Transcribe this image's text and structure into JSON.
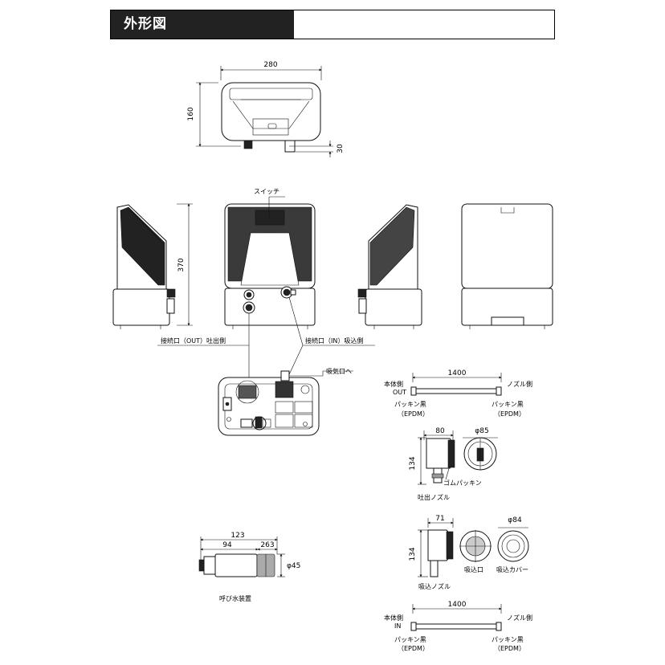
{
  "header": {
    "title": "外形図"
  },
  "top_view": {
    "width": "280",
    "height": "160",
    "foot": "30"
  },
  "front_view": {
    "switch": "スイッチ",
    "height": "370"
  },
  "ports": {
    "out": "接続口（OUT）吐出側",
    "in": "接続口（IN）吸込側",
    "air": "吸気口へ"
  },
  "hose_top": {
    "length": "1400",
    "left_label": "本体側",
    "left_code": "OUT",
    "right_label": "ノズル側",
    "packing_left": "パッキン黒",
    "epdm_left": "（EPDM）",
    "packing_right": "パッキン黒",
    "epdm_right": "（EPDM）"
  },
  "out_nozzle": {
    "width": "80",
    "diameter": "φ85",
    "height": "134",
    "rubber": "ゴムパッキン",
    "caption": "吐出ノズル"
  },
  "in_nozzle": {
    "width": "71",
    "diameter": "φ84",
    "height": "134",
    "inlet": "吸込口",
    "cover": "吸込カバー",
    "caption": "吸込ノズル"
  },
  "primer": {
    "total": "123",
    "a": "94",
    "b": "263",
    "diameter": "φ45",
    "caption": "呼び水装置"
  },
  "hose_bottom": {
    "length": "1400",
    "left_label": "本体側",
    "left_code": "IN",
    "right_label": "ノズル側",
    "packing_left": "パッキン黒",
    "epdm_left": "（EPDM）",
    "packing_right": "パッキン黒",
    "epdm_right": "（EPDM）"
  }
}
